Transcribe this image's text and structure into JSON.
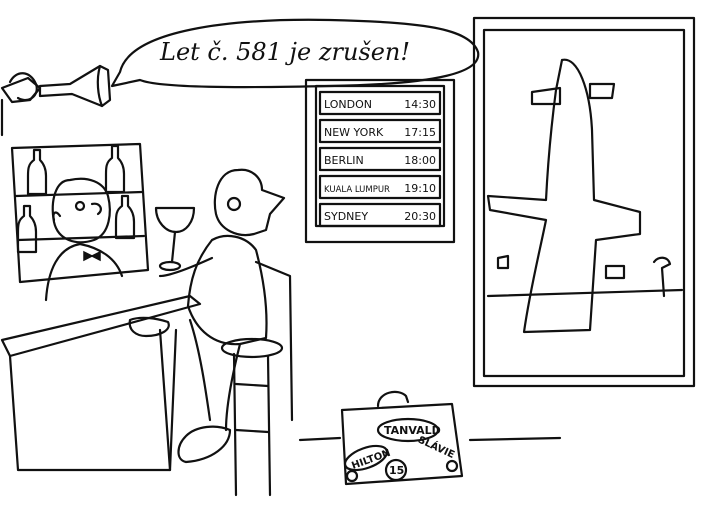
{
  "speech_bubble": {
    "text": "Let č. 581 je zrušen!"
  },
  "departure_board": {
    "rows": [
      {
        "city": "LONDON",
        "time": "14:30"
      },
      {
        "city": "NEW YORK",
        "time": "17:15"
      },
      {
        "city": "BERLIN",
        "time": "18:00"
      },
      {
        "city": "KUALA LUMPUR",
        "time": "19:10"
      },
      {
        "city": "SYDNEY",
        "time": "20:30"
      }
    ]
  },
  "suitcase": {
    "stickers": [
      "TANVALD",
      "HILTON",
      "15",
      "SLÁVIE"
    ]
  },
  "icons": [
    "loudspeaker-icon",
    "bottle-icon",
    "wine-glass-icon",
    "bow-tie-icon",
    "airplane-icon"
  ],
  "colors": {
    "ink": "#111111",
    "paper": "#ffffff"
  }
}
